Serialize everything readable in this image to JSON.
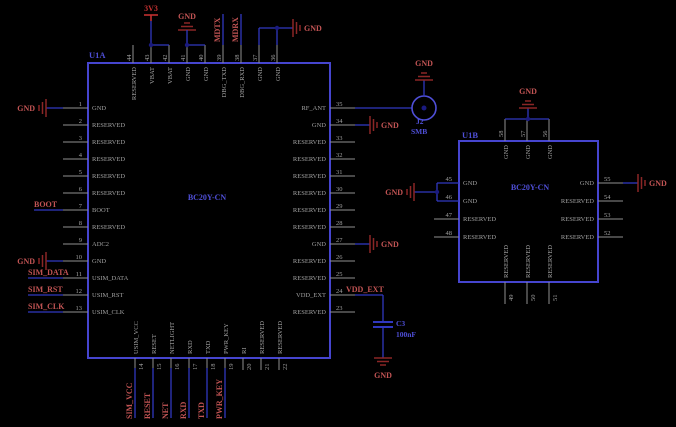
{
  "schematic": {
    "u1a": {
      "ref": "U1A",
      "part": "BC20Y-CN",
      "left_pins": [
        {
          "num": "1",
          "name": "GND"
        },
        {
          "num": "2",
          "name": "RESERVED"
        },
        {
          "num": "3",
          "name": "RESERVED"
        },
        {
          "num": "4",
          "name": "RESERVED"
        },
        {
          "num": "5",
          "name": "RESERVED"
        },
        {
          "num": "6",
          "name": "RESERVED"
        },
        {
          "num": "7",
          "name": "BOOT"
        },
        {
          "num": "8",
          "name": "RESERVED"
        },
        {
          "num": "9",
          "name": "ADC2"
        },
        {
          "num": "10",
          "name": "GND"
        },
        {
          "num": "11",
          "name": "USIM_DATA"
        },
        {
          "num": "12",
          "name": "USIM_RST"
        },
        {
          "num": "13",
          "name": "USIM_CLK"
        }
      ],
      "top_pins": [
        {
          "num": "44",
          "name": "RESERVED"
        },
        {
          "num": "43",
          "name": "VBAT"
        },
        {
          "num": "42",
          "name": "VBAT"
        },
        {
          "num": "41",
          "name": "GND"
        },
        {
          "num": "40",
          "name": "GND"
        },
        {
          "num": "39",
          "name": "DBG_TXD"
        },
        {
          "num": "38",
          "name": "DBG_RXD"
        },
        {
          "num": "37",
          "name": "GND"
        },
        {
          "num": "36",
          "name": "GND"
        }
      ],
      "right_pins": [
        {
          "num": "35",
          "name": "RF_ANT"
        },
        {
          "num": "34",
          "name": "GND"
        },
        {
          "num": "33",
          "name": "RESERVED"
        },
        {
          "num": "32",
          "name": "RESERVED"
        },
        {
          "num": "31",
          "name": "RESERVED"
        },
        {
          "num": "30",
          "name": "RESERVED"
        },
        {
          "num": "29",
          "name": "RESERVED"
        },
        {
          "num": "28",
          "name": "RESERVED"
        },
        {
          "num": "27",
          "name": "GND"
        },
        {
          "num": "26",
          "name": "RESERVED"
        },
        {
          "num": "25",
          "name": "RESERVED"
        },
        {
          "num": "24",
          "name": "VDD_EXT"
        },
        {
          "num": "23",
          "name": "RESERVED"
        }
      ],
      "bottom_pins": [
        {
          "num": "14",
          "name": "USIM_VCC"
        },
        {
          "num": "15",
          "name": "RESET"
        },
        {
          "num": "16",
          "name": "NETLIGHT"
        },
        {
          "num": "17",
          "name": "RXD"
        },
        {
          "num": "18",
          "name": "TXD"
        },
        {
          "num": "19",
          "name": "PWR_KEY"
        },
        {
          "num": "20",
          "name": "RI"
        },
        {
          "num": "21",
          "name": "RESERVED"
        },
        {
          "num": "22",
          "name": "RESERVED"
        }
      ]
    },
    "u1b": {
      "ref": "U1B",
      "part": "BC20Y-CN",
      "left_pins": [
        {
          "num": "45",
          "name": "GND"
        },
        {
          "num": "46",
          "name": "GND"
        },
        {
          "num": "47",
          "name": "RESERVED"
        },
        {
          "num": "48",
          "name": "RESERVED"
        }
      ],
      "top_pins": [
        {
          "num": "58",
          "name": "GND"
        },
        {
          "num": "57",
          "name": "GND"
        },
        {
          "num": "56",
          "name": "GND"
        }
      ],
      "right_pins": [
        {
          "num": "55",
          "name": "GND"
        },
        {
          "num": "54",
          "name": "RESERVED"
        },
        {
          "num": "53",
          "name": "RESERVED"
        },
        {
          "num": "52",
          "name": "RESERVED"
        }
      ],
      "bottom_pins": [
        {
          "num": "49",
          "name": "RESERVED"
        },
        {
          "num": "50",
          "name": "RESERVED"
        },
        {
          "num": "51",
          "name": "RESERVED"
        }
      ]
    },
    "net_labels": {
      "gnd": "GND",
      "v33": "3V3",
      "boot": "BOOT",
      "sim_data": "SIM_DATA",
      "sim_rst": "SIM_RST",
      "sim_clk": "SIM_CLK",
      "sim_vcc": "SIM_VCC",
      "reset": "RESET",
      "net": "NET",
      "rxd": "RXD",
      "txd": "TXD",
      "pwr_key": "PWR_KEY",
      "mdtx": "MDTX",
      "mdrx": "MDRX",
      "vdd_ext": "VDD_EXT"
    },
    "connector_j2": {
      "ref": "J2",
      "type": "SMB"
    },
    "capacitor_c3": {
      "ref": "C3",
      "value": "100nF"
    },
    "colors": {
      "background": "#000000",
      "ic_outline": "#4645cf",
      "component_blue": "#4f4fd8",
      "wire": "#3038c0",
      "stub": "#8f8f8f",
      "pin_text": "#a0a0a0",
      "net_label": "#c25454",
      "gnd_symbol": "#8b2626",
      "power_red": "#c03030",
      "junction": "#1a1a80"
    }
  }
}
